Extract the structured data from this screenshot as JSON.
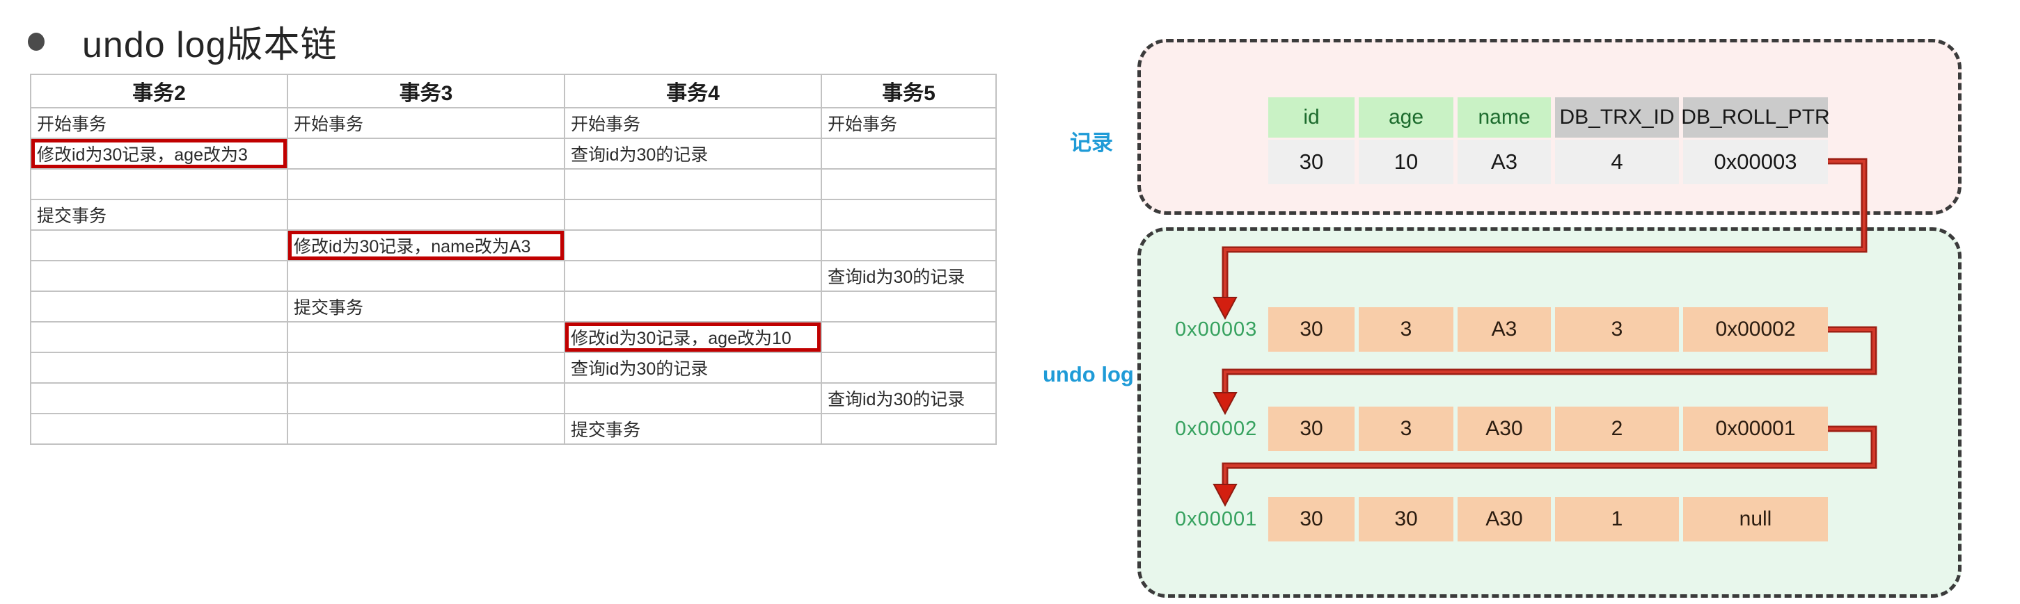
{
  "title": "undo log版本链",
  "transaction_table": {
    "headers": [
      "事务2",
      "事务3",
      "事务4",
      "事务5"
    ],
    "rows": [
      [
        "开始事务",
        "开始事务",
        "开始事务",
        "开始事务"
      ],
      [
        "修改id为30记录，age改为3",
        "",
        "查询id为30的记录",
        ""
      ],
      [
        "",
        "",
        "",
        ""
      ],
      [
        "提交事务",
        "",
        "",
        ""
      ],
      [
        "",
        "修改id为30记录，name改为A3",
        "",
        ""
      ],
      [
        "",
        "",
        "",
        "查询id为30的记录"
      ],
      [
        "",
        "提交事务",
        "",
        ""
      ],
      [
        "",
        "",
        "修改id为30记录，age改为10",
        ""
      ],
      [
        "",
        "",
        "查询id为30的记录",
        ""
      ],
      [
        "",
        "",
        "",
        "查询id为30的记录"
      ],
      [
        "",
        "",
        "提交事务",
        ""
      ]
    ],
    "highlights": [
      [
        1,
        0
      ],
      [
        4,
        1
      ],
      [
        7,
        2
      ]
    ]
  },
  "record_panel": {
    "label": "记录",
    "columns": [
      {
        "name": "id",
        "type": "key"
      },
      {
        "name": "age",
        "type": "key"
      },
      {
        "name": "name",
        "type": "key"
      },
      {
        "name": "DB_TRX_ID",
        "type": "sys"
      },
      {
        "name": "DB_ROLL_PTR",
        "type": "sys"
      }
    ],
    "row": [
      "30",
      "10",
      "A3",
      "4",
      "0x00003"
    ]
  },
  "undo_panel": {
    "label": "undo log",
    "rows": [
      {
        "address": "0x00003",
        "cells": [
          "30",
          "3",
          "A3",
          "3",
          "0x00002"
        ]
      },
      {
        "address": "0x00002",
        "cells": [
          "30",
          "3",
          "A30",
          "2",
          "0x00001"
        ]
      },
      {
        "address": "0x00001",
        "cells": [
          "30",
          "30",
          "A30",
          "1",
          "null"
        ]
      }
    ]
  },
  "colors": {
    "label_blue": "#1f9bd7",
    "address_green": "#35a15e",
    "arrow_red": "#b32318",
    "highlight_box_red": "#c00000",
    "record_key_header_bg": "#c9f2c5",
    "record_sys_header_bg": "#cbcbcb",
    "record_data_bg": "#efefef",
    "undo_cell_bg": "#f8cda9",
    "record_panel_bg": "#fdefee",
    "undo_panel_bg": "#e8f7ec"
  }
}
